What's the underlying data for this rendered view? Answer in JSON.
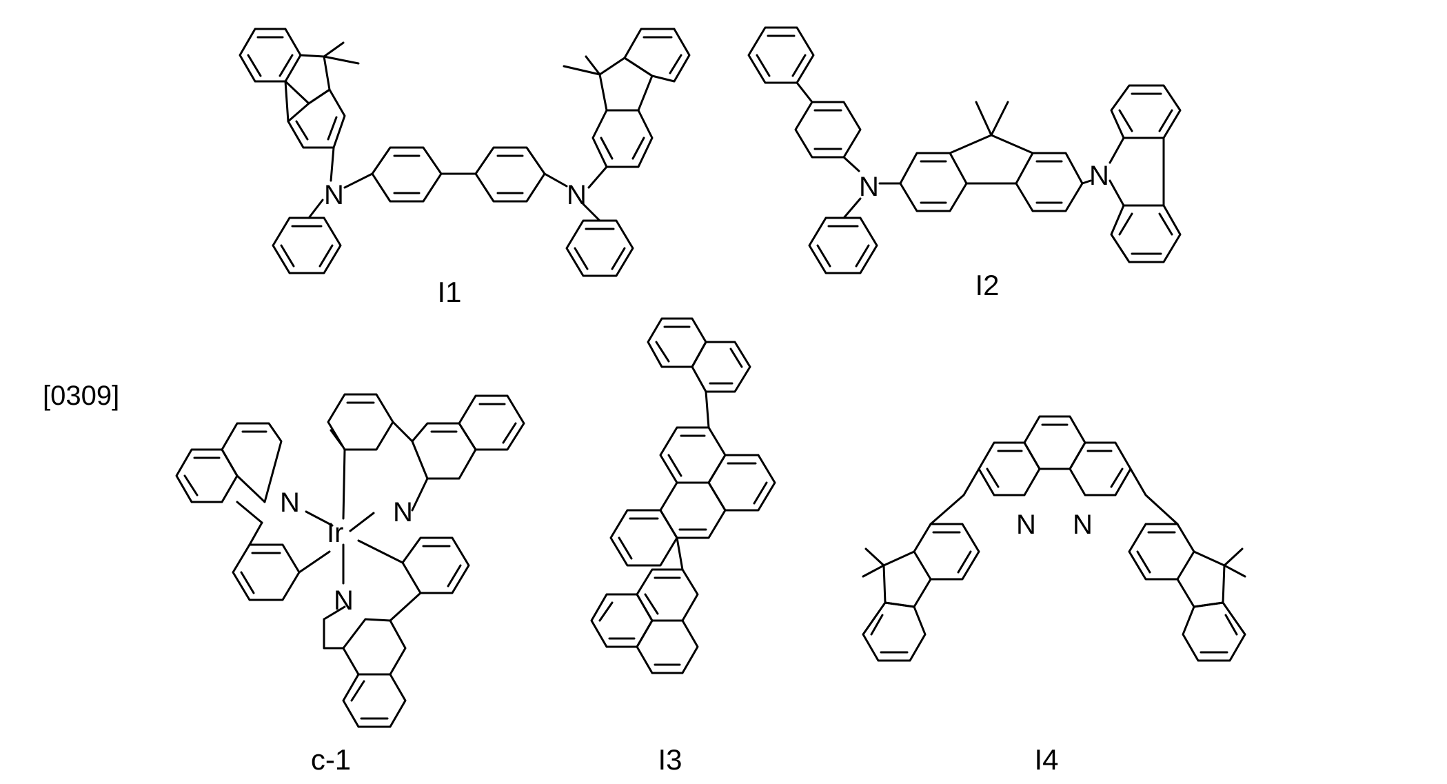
{
  "paragraph_ref": "[0309]",
  "compounds": [
    {
      "label": "I1"
    },
    {
      "label": "I2"
    },
    {
      "label": "c-1"
    },
    {
      "label": "I3"
    },
    {
      "label": "I4"
    }
  ],
  "atoms": {
    "nitrogen": "N",
    "iridium": "Ir"
  }
}
